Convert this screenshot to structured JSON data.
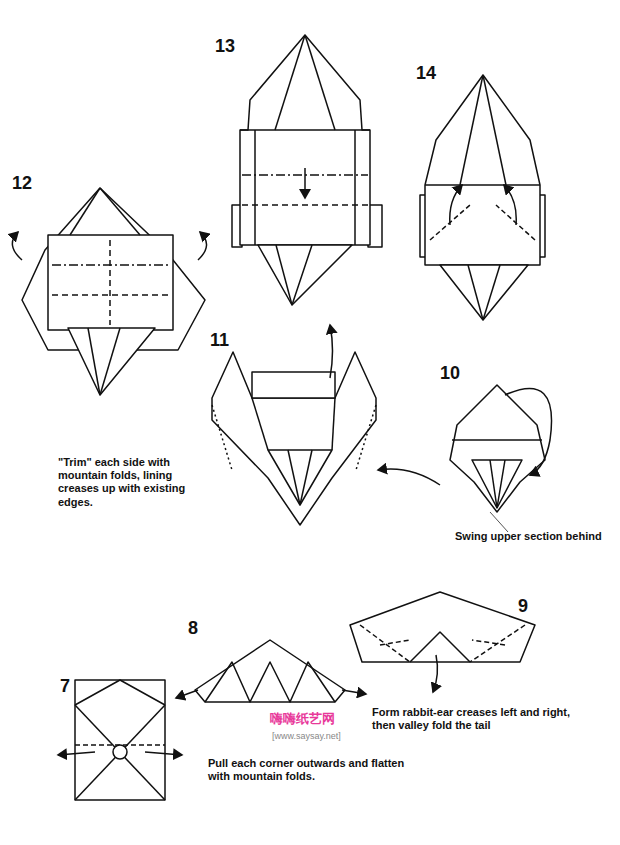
{
  "diagram": {
    "labels": [
      "13",
      "14",
      "12",
      "11",
      "10",
      "\"Trim\" each side with mountain folds, lining creases up with existing edges.",
      "Swing upper section behind",
      "9",
      "8",
      "Form rabbit-ear creases left and right, then valley fold the tail",
      "7",
      "嗨嗨纸艺网",
      "[www.saysay.net]",
      "Pull each corner outwards and flatten with mountain folds."
    ]
  }
}
